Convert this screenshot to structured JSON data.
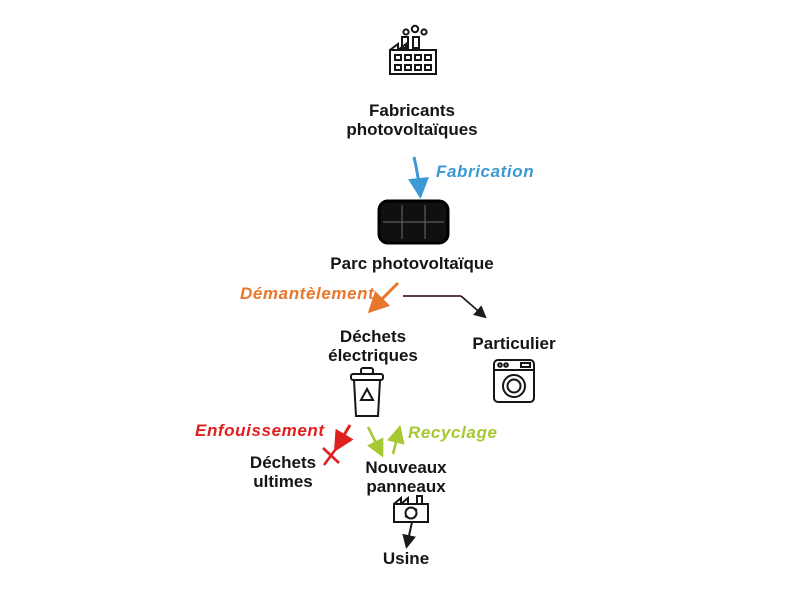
{
  "nodes": {
    "manufacturer": {
      "line1": "Fabricants",
      "line2": "photovoltaïques",
      "icon": "factory-icon"
    },
    "solar_park": {
      "label": "Parc photovoltaïque",
      "icon": "solar-panel-icon"
    },
    "household": {
      "label": "Particulier",
      "icon": "washing-machine-icon"
    },
    "electric_waste": {
      "line1": "Déchets",
      "line2": "électriques",
      "icon": "waste-bin-icon"
    },
    "ultimate_waste": {
      "line1": "Déchets",
      "line2": "ultimes"
    },
    "new_panels": {
      "line1": "Nouveaux",
      "line2": "panneaux",
      "icon": "recycling-plant-icon"
    },
    "factory_out": {
      "label": "Usine"
    }
  },
  "edges": {
    "fabrication": {
      "label": "Fabrication",
      "color": "#3b99d4"
    },
    "dismantling": {
      "label": "Démantèlement",
      "color": "#e8772e"
    },
    "landfill": {
      "label": "Enfouissement",
      "color": "#e01f1f",
      "forbidden": true
    },
    "recycling": {
      "label": "Recyclage",
      "color": "#a6c832"
    }
  },
  "colors": {
    "background": "#ffffff",
    "text": "#151515",
    "connector": "#4a2525"
  }
}
